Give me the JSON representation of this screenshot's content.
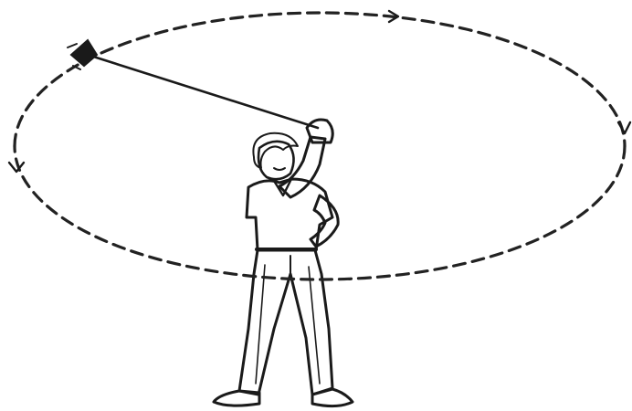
{
  "figure": {
    "subject": "person-swinging-object-on-string",
    "icons": {
      "circular_path": "dashed-ellipse-orbit",
      "direction_arrows": "chevron-arrow-icon",
      "swung_object": "small-mass-icon",
      "string": "string-line"
    },
    "colors": {
      "ink": "#1a1a1a",
      "shirt": "#9a9a9a",
      "background": "#ffffff"
    }
  }
}
